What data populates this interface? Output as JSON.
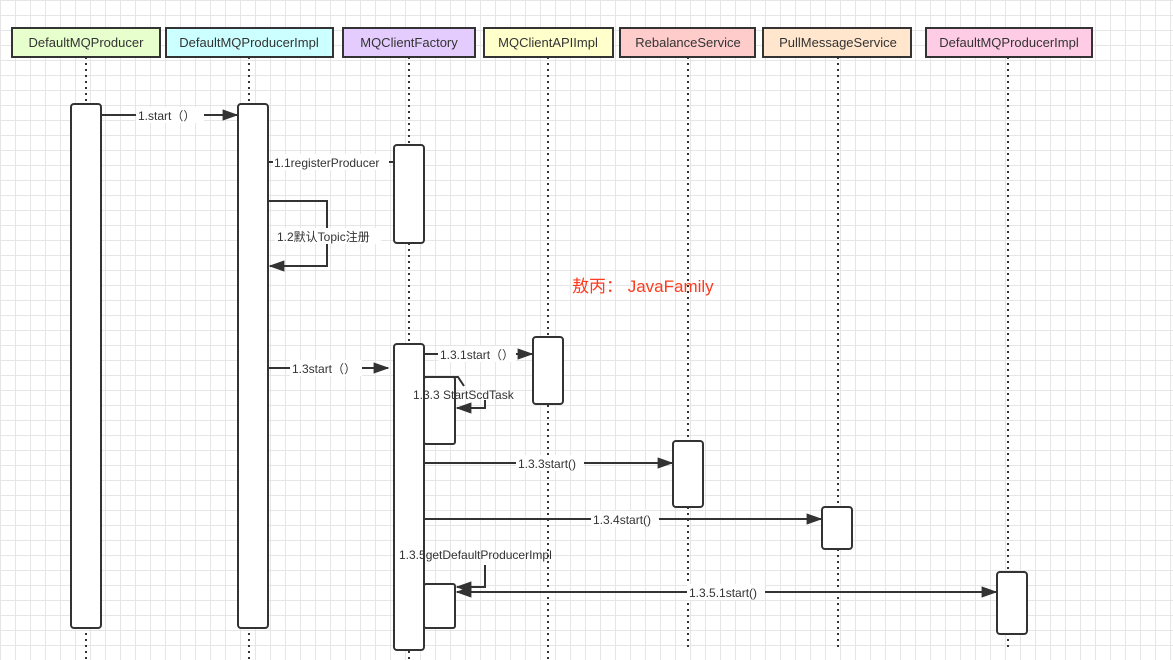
{
  "participants": [
    {
      "name": "DefaultMQProducer",
      "color": "#e6ffcc"
    },
    {
      "name": "DefaultMQProducerImpl",
      "color": "#ccffff"
    },
    {
      "name": "MQClientFactory",
      "color": "#e5ccff"
    },
    {
      "name": "MQClientAPIImpl",
      "color": "#ffffcc"
    },
    {
      "name": "RebalanceService",
      "color": "#ffcccc"
    },
    {
      "name": "PullMessageService",
      "color": "#ffe6cc"
    },
    {
      "name": "DefaultMQProducerImpl",
      "color": "#ffcce6"
    }
  ],
  "messages": {
    "m1": "1.start（）",
    "m1_1": "1.1registerProducer",
    "m1_2": "1.2默认Topic注册",
    "m1_3": "1.3start（）",
    "m1_3_1": "1.3.1start（）",
    "m1_3_3a": "1.3.3 StartScdTask",
    "m1_3_3": "1.3.3start()",
    "m1_3_4": "1.3.4start()",
    "m1_3_5": "1.3.5getDefaultProducerImpl",
    "m1_3_5_1": "1.3.5.1start()"
  },
  "watermark": {
    "text": "敖丙： JavaFamily",
    "color": "#ff3b1f"
  }
}
